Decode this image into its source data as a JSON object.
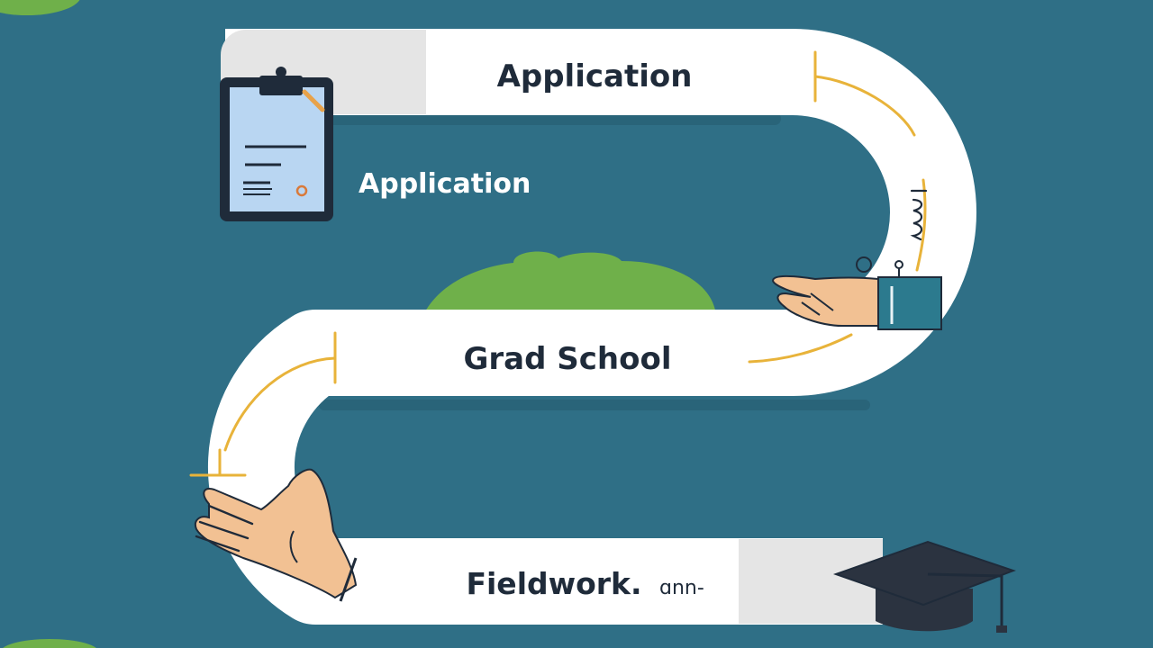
{
  "diagram": {
    "stages": [
      {
        "label": "Application"
      },
      {
        "label": "Grad School"
      },
      {
        "label": "Fieldwork."
      }
    ],
    "side_label": "Application",
    "squiggle_text": "ɑnn-"
  },
  "colors": {
    "background": "#2f6f86",
    "road": "#ffffff",
    "road_shadow": "#e5e5e5",
    "accent_line": "#e8b33a",
    "hill": "#6fb04a",
    "text": "#1f2b3a",
    "cap": "#2b3340",
    "skin": "#f2c193",
    "sleeve": "#2c7a8e"
  },
  "icons": [
    "clipboard-icon",
    "hand-icon",
    "graduation-cap-icon"
  ]
}
